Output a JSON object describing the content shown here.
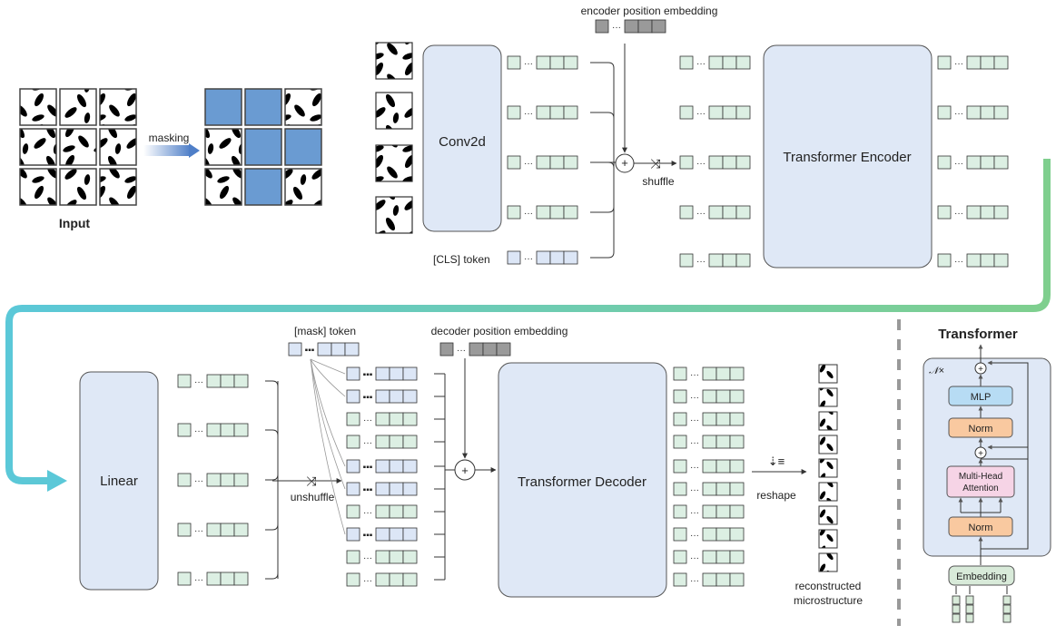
{
  "labels": {
    "input": "Input",
    "masking": "masking",
    "encoder_pos_emb": "encoder position embedding",
    "conv2d": "Conv2d",
    "cls_token": "[CLS] token",
    "shuffle": "shuffle",
    "transformer_encoder": "Transformer Encoder",
    "linear": "Linear",
    "unshuffle": "unshuffle",
    "mask_token": "[mask] token",
    "decoder_pos_emb": "decoder position embedding",
    "transformer_decoder": "Transformer Decoder",
    "reshape": "reshape",
    "reconstructed_1": "reconstructed",
    "reconstructed_2": "microstructure",
    "transformer_title": "Transformer",
    "repeat": "𝒩×",
    "mlp": "MLP",
    "norm_top": "Norm",
    "mha_1": "Multi-Head",
    "mha_2": "Attention",
    "norm_bottom": "Norm",
    "embedding": "Embedding",
    "plus": "+",
    "dots": "···"
  },
  "colors": {
    "token_green": "#dcefe3",
    "token_blue": "#dce6f6",
    "pos_gray": "#9a9a9a",
    "block_fill": "#dfe8f6",
    "mask_blue": "#6a9bd2",
    "mlp_fill": "#b7dcf4",
    "norm_fill": "#f9c9a0",
    "mha_fill": "#f6d4e6",
    "embed_fill": "#d8ead9",
    "gradient_start": "#5bc8d8",
    "gradient_end": "#7fcf8e"
  }
}
